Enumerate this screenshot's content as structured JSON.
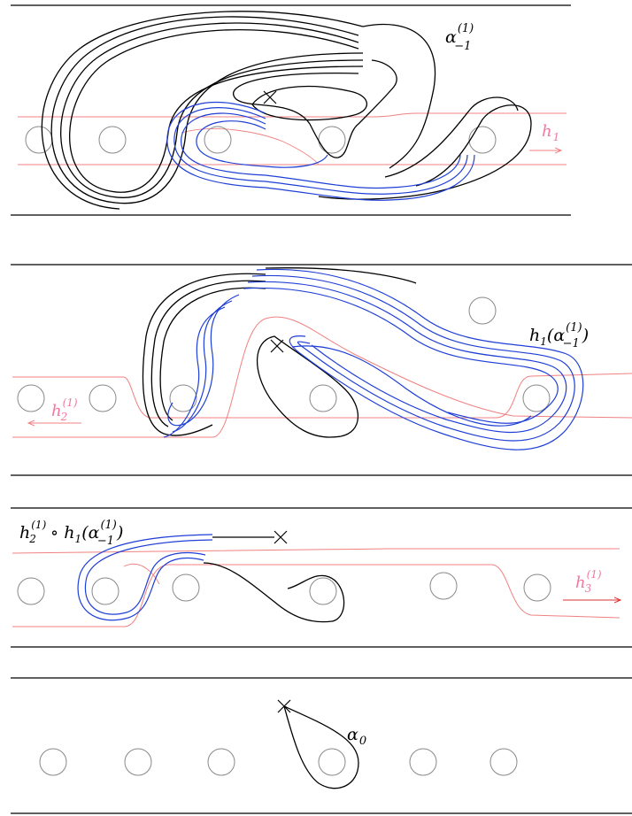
{
  "panels": [
    {
      "label": {
        "base": "α",
        "sub": "−1",
        "sup": "(1)"
      },
      "arrow_label": {
        "base": "h",
        "sub": "1",
        "sup": ""
      }
    },
    {
      "label": {
        "prefix": "h",
        "prefix_sub": "1",
        "open": "(",
        "base": "α",
        "sub": "−1",
        "sup": "(1)",
        "close": ")"
      },
      "arrow_label": {
        "base": "h",
        "sub": "2",
        "sup": "(1)"
      }
    },
    {
      "label": {
        "p1": "h",
        "p1_sup": "(1)",
        "p1_sub": "2",
        "op": " ∘ ",
        "p2": "h",
        "p2_sub": "1",
        "open": "(",
        "base": "α",
        "sub": "−1",
        "sup": "(1)",
        "close": ")"
      },
      "arrow_label": {
        "base": "h",
        "sub": "3",
        "sup": "(1)"
      }
    },
    {
      "label": {
        "base": "α",
        "sub": "0"
      }
    }
  ],
  "colors": {
    "curve": "#000000",
    "blue": "#1f3fd6",
    "pink": "#f08080",
    "pink_text": "#ee7aa0",
    "arrow_red": "#e03030",
    "puncture": "#888888"
  }
}
